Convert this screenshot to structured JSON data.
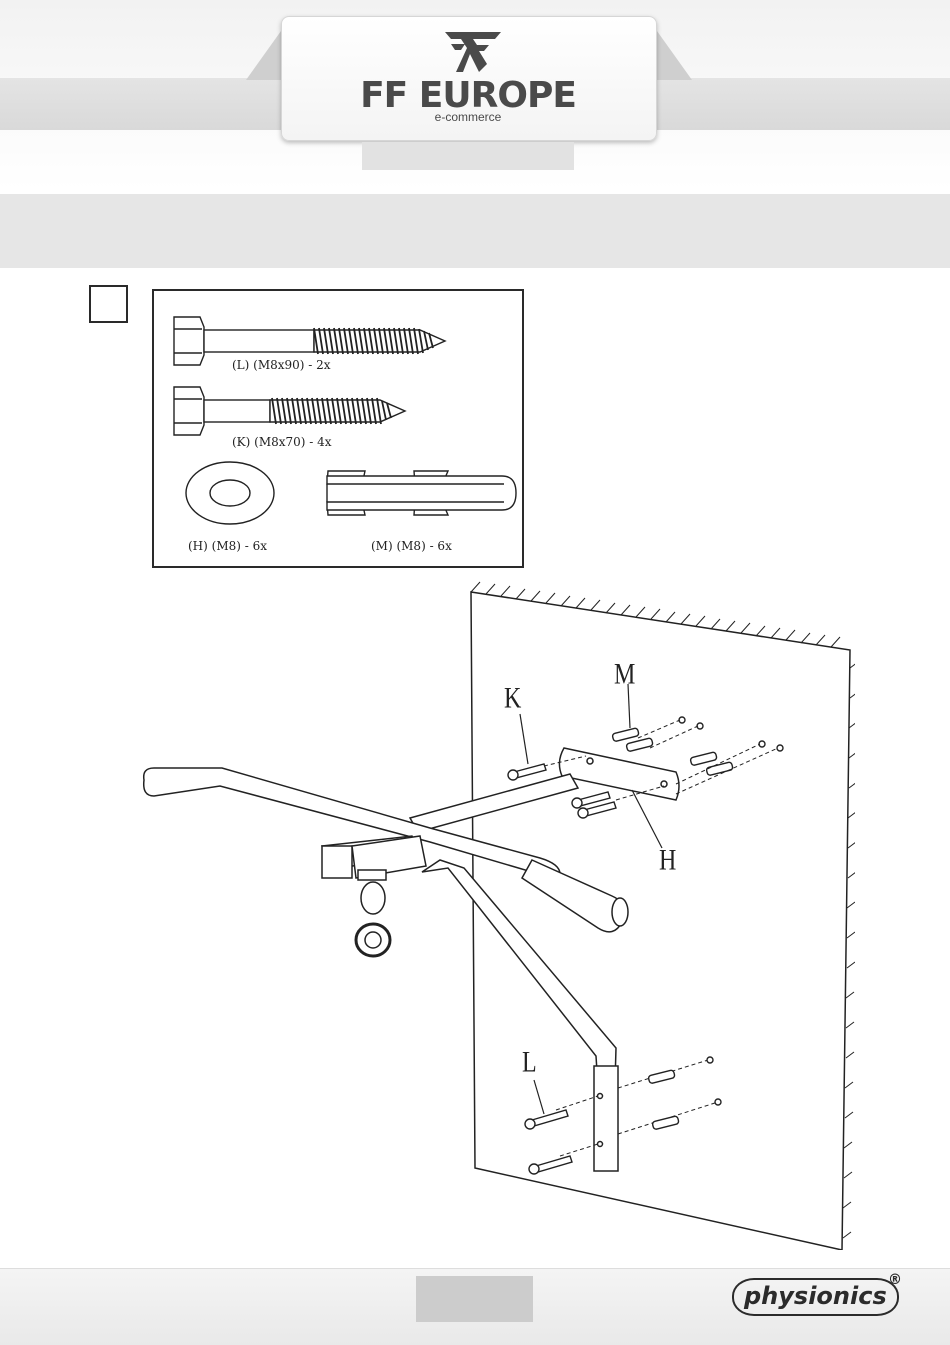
{
  "header": {
    "brand_name": "FF EUROPE",
    "brand_sub": "e-commerce"
  },
  "parts": [
    {
      "label": "(L)  (M8x90) - 2x"
    },
    {
      "label": "(K)  (M8x70) - 4x"
    },
    {
      "label": "(H)  (M8) - 6x"
    },
    {
      "label": "(M)  (M8) - 6x"
    }
  ],
  "diagram": {
    "callouts": {
      "k": "K",
      "m": "M",
      "h": "H",
      "l": "L"
    }
  },
  "footer": {
    "brand": "physionics",
    "registered": "®"
  }
}
